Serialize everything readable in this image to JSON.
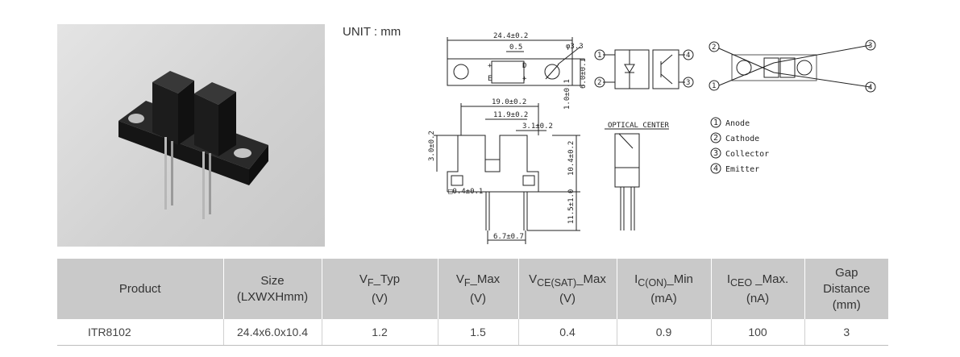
{
  "unit_label": "UNIT : mm",
  "drawing": {
    "dims": {
      "overall_length": "24.4±0.2",
      "slot": "0.5",
      "hole_dia": "φ3.3",
      "height_right": "6.0±0.1",
      "flange": "1.0±0.1",
      "width_19": "19.0±0.2",
      "width_11_9": "11.9±0.2",
      "width_3_1": "3.1±0.2",
      "left_3": "3.0±0.2",
      "total_height": "10.4±0.2",
      "lead_length": "11.5±1.0",
      "lead_square": "□0.4±0.1",
      "pitch": "6.7±0.7"
    },
    "top_marks": {
      "plus_left": "+",
      "e_label": "E",
      "d_label": "D",
      "plus_right": "+"
    },
    "pins": {
      "p1": "1",
      "p2": "2",
      "p3": "3",
      "p4": "4"
    },
    "optical_center": "OPTICAL CENTER",
    "legend": [
      {
        "num": "1",
        "label": "Anode"
      },
      {
        "num": "2",
        "label": "Cathode"
      },
      {
        "num": "3",
        "label": "Collector"
      },
      {
        "num": "4",
        "label": "Emitter"
      }
    ]
  },
  "table": {
    "headers": {
      "product": "Product",
      "size_1": "Size",
      "size_2": "(LXWXHmm)",
      "vf_typ_main": "V",
      "vf_typ_sub": "F",
      "vf_typ_tail": "_Typ",
      "vf_typ_unit": "(V)",
      "vf_max_main": "V",
      "vf_max_sub": "F",
      "vf_max_tail": "_Max",
      "vf_max_unit": "(V)",
      "vce_main": "V",
      "vce_sub": "CE(SAT)",
      "vce_tail": "_Max",
      "vce_unit": "(V)",
      "ic_main": "I",
      "ic_sub": "C(ON)",
      "ic_tail": "_Min",
      "ic_unit": "(mA)",
      "iceo_main": "I",
      "iceo_sub": "CEO",
      "iceo_tail": " _Max.",
      "iceo_unit": "(nA)",
      "gap_1": "Gap",
      "gap_2": "Distance",
      "gap_3": "(mm)"
    },
    "row": {
      "product": "ITR8102",
      "size": "24.4x6.0x10.4",
      "vf_typ": "1.2",
      "vf_max": "1.5",
      "vce_max": "0.4",
      "ic_min": "0.9",
      "iceo_max": "100",
      "gap": "3"
    }
  }
}
